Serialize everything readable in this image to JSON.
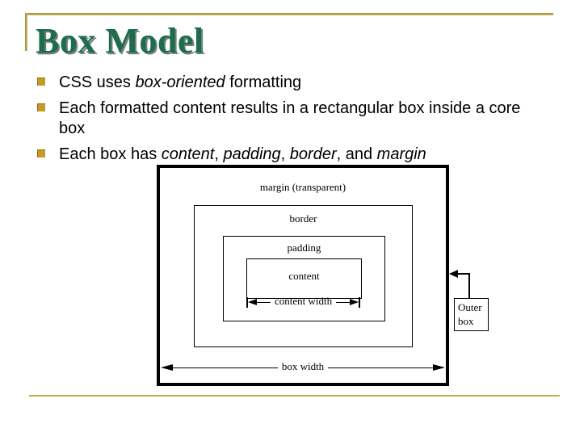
{
  "slide": {
    "title": "Box Model",
    "bullets": [
      {
        "segments": [
          {
            "text": "CSS uses "
          },
          {
            "text": "box-oriented",
            "italic": true
          },
          {
            "text": " formatting"
          }
        ]
      },
      {
        "segments": [
          {
            "text": "Each formatted content results in a rectangular box inside a core box"
          }
        ]
      },
      {
        "segments": [
          {
            "text": "Each box has "
          },
          {
            "text": "content",
            "italic": true
          },
          {
            "text": ", "
          },
          {
            "text": "padding",
            "italic": true
          },
          {
            "text": ", "
          },
          {
            "text": "border",
            "italic": true
          },
          {
            "text": ", and "
          },
          {
            "text": "margin",
            "italic": true
          }
        ]
      }
    ]
  },
  "diagram": {
    "margin_label": "margin (transparent)",
    "border_label": "border",
    "padding_label": "padding",
    "content_label": "content",
    "content_width_label": "content width",
    "box_width_label": "box width",
    "outer_box_line1": "Outer",
    "outer_box_line2": "box"
  },
  "colors": {
    "title_green": "#1d6c4d",
    "accent_gold": "#b3a04a",
    "bullet_gold": "#c49b25",
    "diagram_line": "#000000",
    "background": "#ffffff"
  }
}
